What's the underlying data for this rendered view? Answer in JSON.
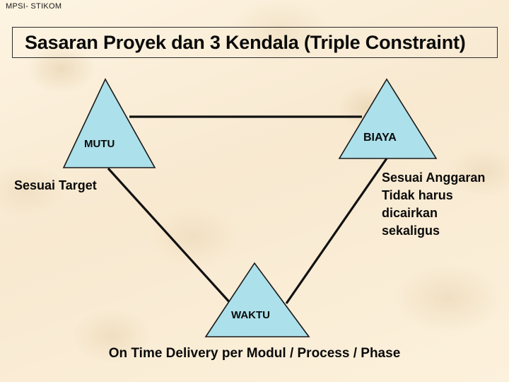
{
  "slide": {
    "kicker": "MPSI- STIKOM",
    "title": "Sasaran Proyek dan 3 Kendala (Triple Constraint)",
    "background_color": "#faeed7",
    "title_border_color": "#2b2b2b"
  },
  "diagram": {
    "type": "triple-constraint-triangle",
    "node_fill": "#ace0ea",
    "node_stroke": "#1a1a1a",
    "connector_color": "#111111",
    "nodes": [
      {
        "id": "mutu",
        "label": "MUTU",
        "note": "Sesuai Target"
      },
      {
        "id": "biaya",
        "label": "BIAYA",
        "note": "Sesuai Anggaran Tidak harus dicairkan sekaligus"
      },
      {
        "id": "waktu",
        "label": "WAKTU",
        "note": "On Time Delivery per Modul / Process / Phase"
      }
    ],
    "notes": {
      "mutu": "Sesuai Target",
      "biaya_lines": [
        "Sesuai Anggaran",
        "Tidak harus",
        "dicairkan",
        "sekaligus"
      ],
      "waktu": "On Time Delivery per Modul / Process / Phase"
    }
  }
}
